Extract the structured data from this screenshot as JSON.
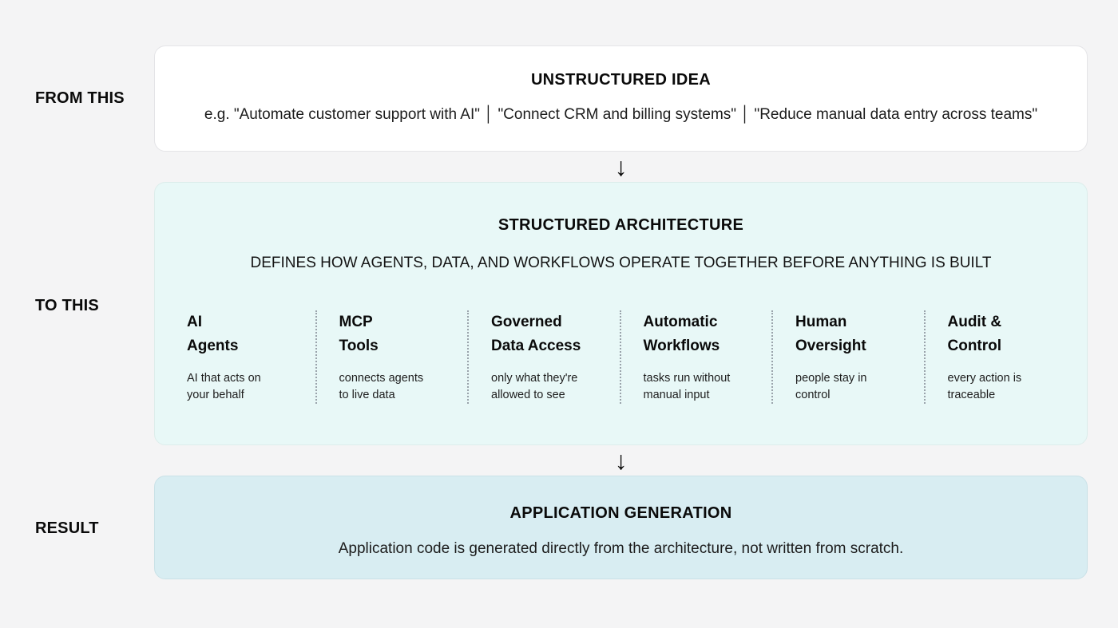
{
  "colors": {
    "page_background": "#f4f4f5",
    "unstructured_card": "#ffffff",
    "structured_card": "#e8f8f7",
    "generation_card": "#d8edf2",
    "text": "#0a0a0a",
    "divider_dots": "#9aa3ab"
  },
  "rail": {
    "from_label": "FROM THIS",
    "to_label": "TO THIS",
    "result_label": "RESULT"
  },
  "arrow_glyph": "↓",
  "cards": {
    "unstructured": {
      "title": "UNSTRUCTURED IDEA",
      "example": "e.g. \"Automate customer support with AI\" │ \"Connect CRM and billing systems\" │ \"Reduce manual data entry across teams\""
    },
    "structured": {
      "title": "STRUCTURED ARCHITECTURE",
      "subtitle": "DEFINES HOW AGENTS, DATA, AND WORKFLOWS OPERATE TOGETHER BEFORE ANYTHING IS BUILT",
      "columns": [
        {
          "heading": "AI\nAgents",
          "description": "AI that acts on\nyour behalf"
        },
        {
          "heading": "MCP\nTools",
          "description": "connects agents\nto live data"
        },
        {
          "heading": "Governed\nData Access",
          "description": "only what they're\nallowed to see"
        },
        {
          "heading": "Automatic\nWorkflows",
          "description": "tasks run without\nmanual input"
        },
        {
          "heading": "Human\nOversight",
          "description": "people stay in\ncontrol"
        },
        {
          "heading": "Audit &\nControl",
          "description": "every action is\ntraceable"
        }
      ]
    },
    "generation": {
      "title": "APPLICATION GENERATION",
      "description": "Application code is generated directly from the architecture, not written from scratch."
    }
  }
}
